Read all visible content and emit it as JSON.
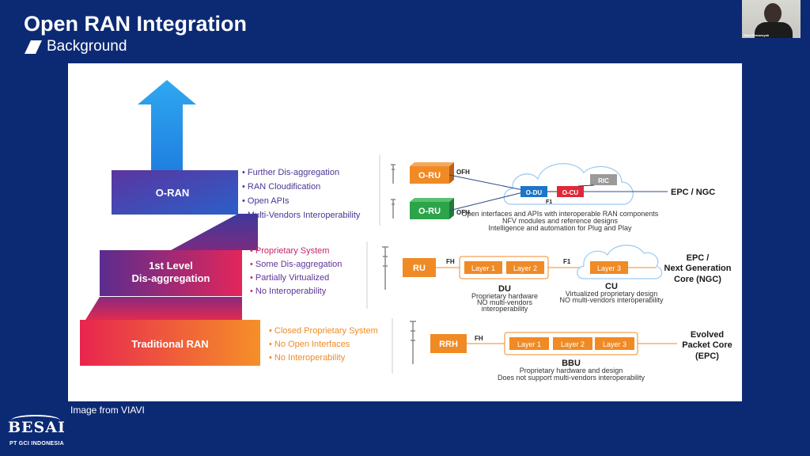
{
  "slide": {
    "title": "Open RAN Integration",
    "subtitle": "Background",
    "caption": "Image from VIAVI",
    "logo_text": "BESAI",
    "logo_sub": "PT GCI INDONESIA",
    "participant_name": "Dimi Firmansyah"
  },
  "stairs": {
    "oran": "O-RAN",
    "first_level_line1": "1st Level",
    "first_level_line2": "Dis-aggregation",
    "traditional": "Traditional RAN"
  },
  "bullets": {
    "oran": [
      "Further Dis-aggregation",
      "RAN Cloudification",
      "Open APIs",
      "Multi-Vendors Interoperability"
    ],
    "first_level": [
      "Proprietary System",
      "Some Dis-aggregation",
      "Partially Virtualized",
      "No Interoperability"
    ],
    "traditional": [
      "Closed Proprietary System",
      "No Open Interfaces",
      "No Interoperability"
    ]
  },
  "oran_arch": {
    "o_ru_top": "O-RU",
    "o_ru_bottom": "O-RU",
    "ofh_top": "OFH",
    "ofh_bottom": "OFH",
    "ric": "RIC",
    "o_du": "O-DU",
    "o_cu": "O-CU",
    "f1": "F1",
    "core": "EPC / NGC",
    "note1": "Open interfaces and APIs with interoperable RAN components",
    "note2": "NFV modules and reference designs",
    "note3": "Intelligence and automation for Plug and Play"
  },
  "first_arch": {
    "ru": "RU",
    "fh": "FH",
    "layer1": "Layer 1",
    "layer2": "Layer 2",
    "f1": "F1",
    "layer3": "Layer 3",
    "du": "DU",
    "du_note1": "Proprietary hardware",
    "du_note2": "NO multi-vendors",
    "du_note3": "interoperability",
    "cu": "CU",
    "cu_note1": "Virtualized proprietary design",
    "cu_note2": "NO multi-vendors interoperability",
    "core1": "EPC /",
    "core2": "Next Generation",
    "core3": "Core (NGC)"
  },
  "trad_arch": {
    "rrh": "RRH",
    "fh": "FH",
    "layer1": "Layer 1",
    "layer2": "Layer 2",
    "layer3": "Layer 3",
    "bbu": "BBU",
    "bbu_note1": "Proprietary hardware and design",
    "bbu_note2": "Does not support multi-vendors interoperability",
    "core1": "Evolved",
    "core2": "Packet Core",
    "core3": "(EPC)"
  },
  "colors": {
    "background": "#0c2a74",
    "oran_blue": "#1a8fe3",
    "purple": "#4b3596",
    "magenta": "#e0255a",
    "orange": "#f08a24",
    "green": "#2ca44a"
  }
}
